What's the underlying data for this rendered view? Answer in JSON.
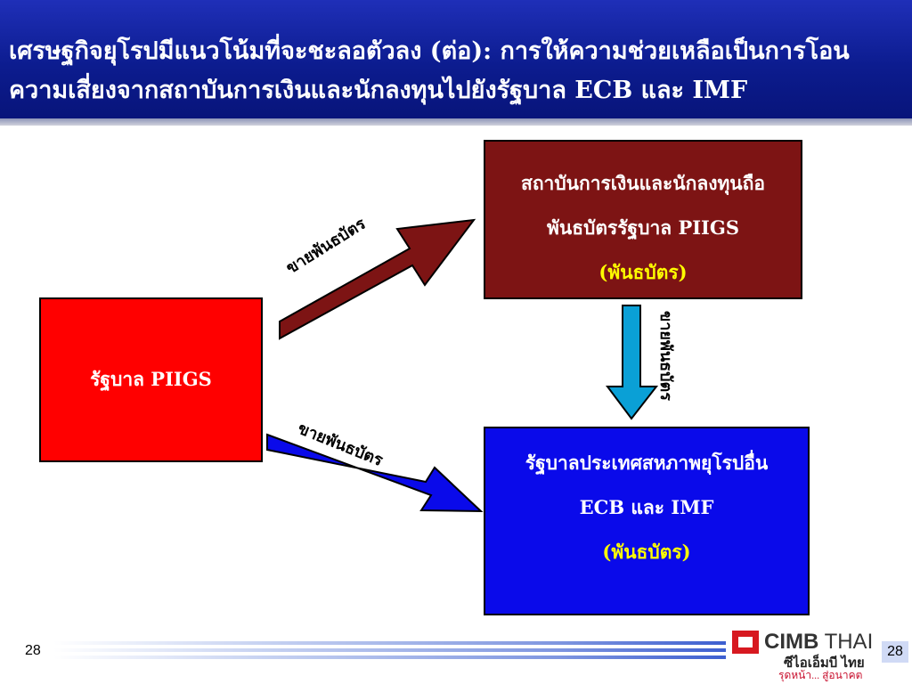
{
  "slide": {
    "title_line1": "เศรษฐกิจยุโรปมีแนวโน้มที่จะชะลอตัวลง (ต่อ): การให้ความช่วยเหลือเป็นการโอน",
    "title_line2": "ความเสี่ยงจากสถาบันการเงินและนักลงทุนไปยังรัฐบาล ECB และ IMF"
  },
  "diagram": {
    "nodes": {
      "government": {
        "label": "รัฐบาล PIIGS"
      },
      "institutions": {
        "line1": "สถาบันการเงินและนักลงทุนถือ",
        "line2": "พันธบัตรรัฐบาล PIIGS",
        "line3": "(พันธบัตร)"
      },
      "european": {
        "line1": "รัฐบาลประเทศสหภาพยุโรปอื่น",
        "line2": "ECB และ IMF",
        "line3": "(พันธบัตร)"
      }
    },
    "edges": {
      "gov_to_institutions": "ขายพันธบัตร",
      "gov_to_european": "ขายพันธบัตร",
      "institutions_to_european": "ขายพันธบัตร"
    },
    "colors": {
      "header": "#0c1c8f",
      "government": "#ff0000",
      "institutions": "#7d1414",
      "european": "#0a0aea",
      "arrow_dark_red": "#7d1414",
      "arrow_blue": "#0a0aea",
      "arrow_cyan": "#0aa0d6",
      "highlight": "#ffff00"
    }
  },
  "footer": {
    "page_number_left": "28",
    "page_number_right": "28",
    "logo_brand": "CIMB",
    "logo_country": "THAI",
    "logo_thai": "ซีไอเอ็มบี ไทย",
    "logo_tagline": "รุดหน้า... สู่อนาคต"
  }
}
